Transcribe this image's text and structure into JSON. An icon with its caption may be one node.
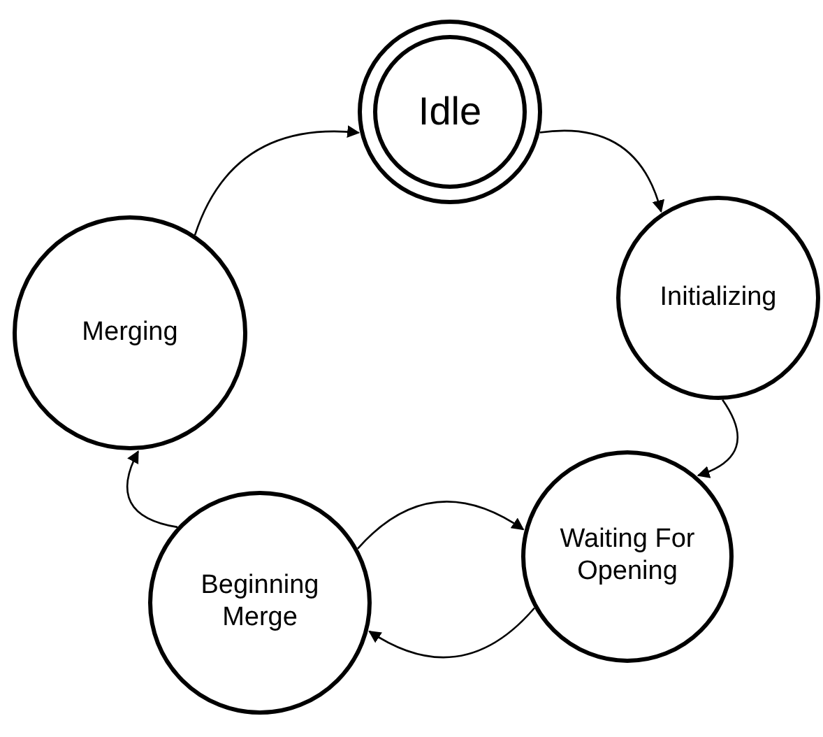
{
  "diagram": {
    "nodes": [
      {
        "text": [
          "Idle"
        ]
      },
      {
        "text": [
          "Initializing"
        ]
      },
      {
        "text": [
          "Waiting For Opening"
        ]
      },
      {
        "text": [
          "Beginning Merge"
        ]
      },
      {
        "text": [
          "Merging"
        ]
      }
    ],
    "edges": [
      {
        "from": 0,
        "to": 1,
        "arrow": "to"
      },
      {
        "from": 1,
        "to": 2,
        "arrow": "to"
      },
      {
        "from": 2,
        "to": 3,
        "arrow": "to"
      },
      {
        "from": 3,
        "to": 2,
        "arrow": "to"
      },
      {
        "from": 3,
        "to": 4,
        "arrow": "to"
      },
      {
        "from": 4,
        "to": 0,
        "arrow": "to"
      }
    ]
  }
}
